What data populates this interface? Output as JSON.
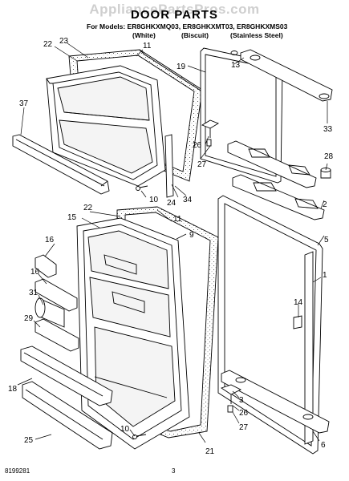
{
  "watermark": "AppliancePartsPros.com",
  "title": "DOOR PARTS",
  "models_line": "For Models: ER8GHKXMQ03, ER8GHKXMT03, ER8GHKXMS03",
  "colors": [
    "(White)",
    "(Biscuit)",
    "(Stainless Steel)"
  ],
  "callouts": {
    "c22a": "22",
    "c23": "23",
    "c11a": "11",
    "c13": "13",
    "c19": "19",
    "c37": "37",
    "c33": "33",
    "c26a": "26",
    "c27a": "27",
    "c28": "28",
    "c10a": "10",
    "c24": "24",
    "c34": "34",
    "c2": "2",
    "c22b": "22",
    "c15": "15",
    "c11b": "11",
    "c9": "9",
    "c5": "5",
    "c16a": "16",
    "c16b": "16",
    "c1": "1",
    "c31": "31",
    "c14": "14",
    "c29": "29",
    "c18": "18",
    "c3": "3",
    "c26b": "26",
    "c27b": "27",
    "c6": "6",
    "c25": "25",
    "c10b": "10",
    "c21": "21"
  },
  "footer": {
    "doc_number": "8199281",
    "page": "3"
  }
}
